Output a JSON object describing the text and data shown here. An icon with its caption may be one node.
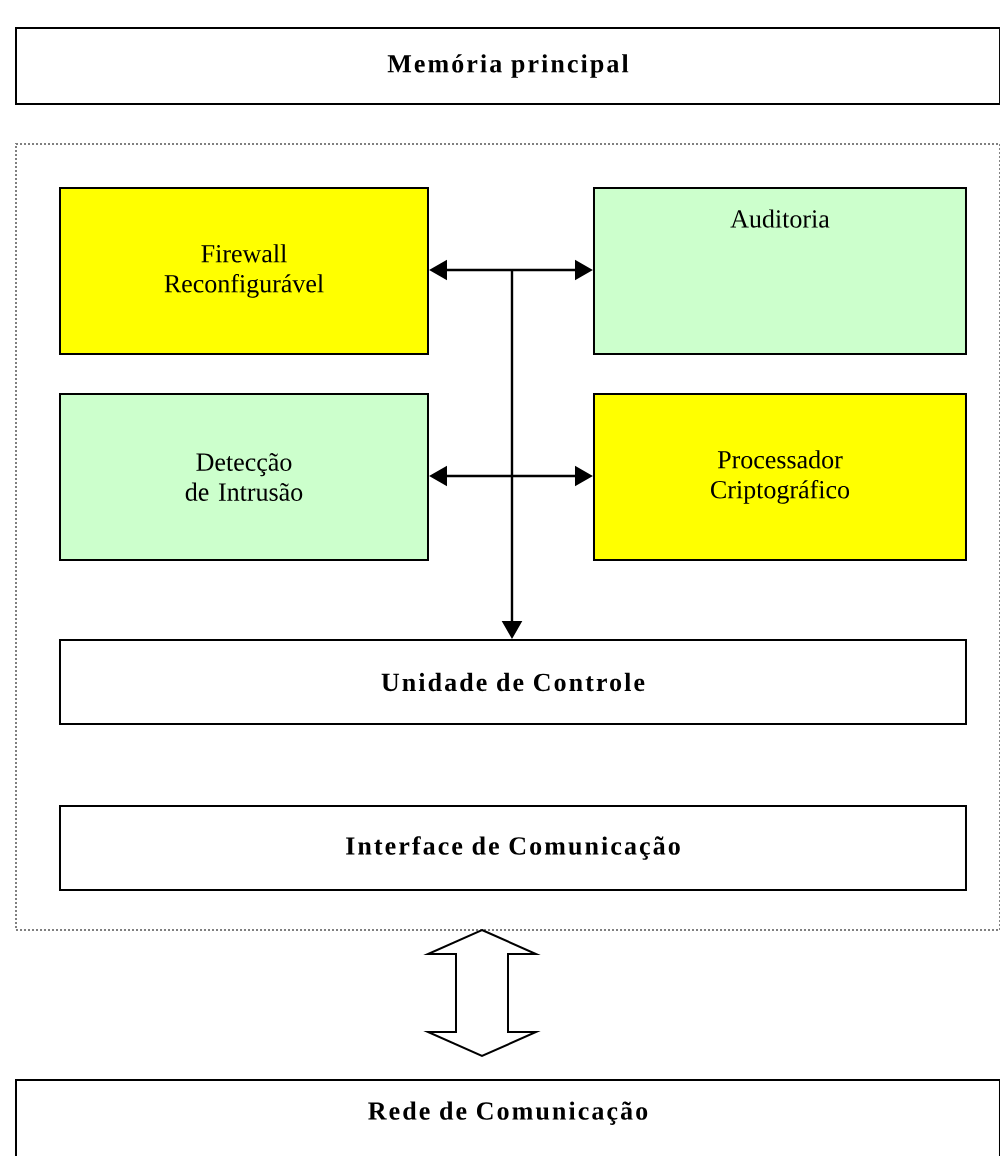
{
  "diagram": {
    "nodes": [
      {
        "text": [
          "Memória principal"
        ]
      },
      {
        "text": [],
        "shape": "box"
      },
      {
        "text": [
          "Firewall Reconfigurável"
        ],
        "in": 1
      },
      {
        "text": [
          "Auditoria"
        ],
        "in": 1
      },
      {
        "text": [
          "Detecção de Intrusão"
        ],
        "in": 1
      },
      {
        "text": [
          "Processador Criptográfico"
        ],
        "in": 1
      },
      {
        "text": [
          "Unidade de Controle"
        ],
        "in": 1
      },
      {
        "text": [
          "Interface de Comunicação"
        ],
        "in": 1
      },
      {
        "text": [
          "Rede de Comunicação"
        ]
      }
    ],
    "edges": [
      {
        "from": 2,
        "to": 6,
        "arrow": "both"
      },
      {
        "from": 3,
        "to": 6,
        "arrow": "both"
      },
      {
        "from": 4,
        "to": 6,
        "arrow": "both"
      },
      {
        "from": 5,
        "to": 6,
        "arrow": "both"
      },
      {
        "from": 1,
        "to": 8,
        "arrow": "both",
        "style": "thick"
      }
    ]
  }
}
